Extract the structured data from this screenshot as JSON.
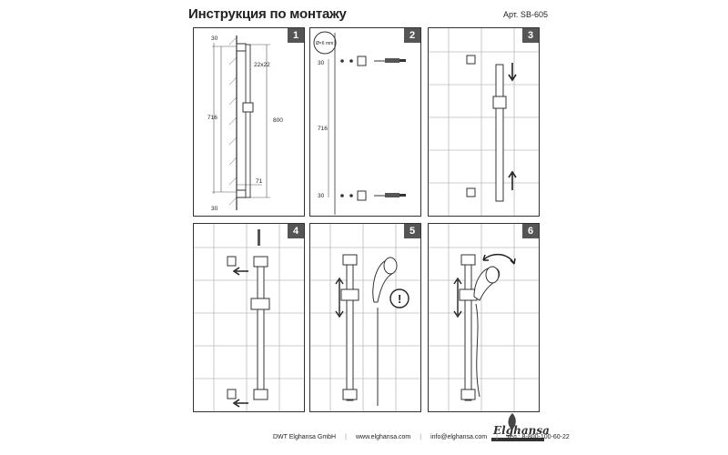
{
  "header": {
    "title": "Инструкция по монтажу",
    "article": "Арт. SB-605"
  },
  "panels": [
    {
      "number": "1",
      "dims": {
        "top": "30",
        "profile": "22x22",
        "left": "716",
        "right": "800",
        "offset": "71",
        "bottom": "30"
      }
    },
    {
      "number": "2",
      "dims": {
        "bubble": "Ø×6 mm",
        "top": "30",
        "mid": "716",
        "bottom": "30"
      }
    },
    {
      "number": "3"
    },
    {
      "number": "4"
    },
    {
      "number": "5"
    },
    {
      "number": "6"
    }
  ],
  "footer": {
    "company": "DWT Elghansa GmbH",
    "website": "www.elghansa.com",
    "email": "info@elghansa.com",
    "phone": "тел.: 8-800-100-60-22"
  },
  "brand": {
    "logo": "Elghansa"
  }
}
